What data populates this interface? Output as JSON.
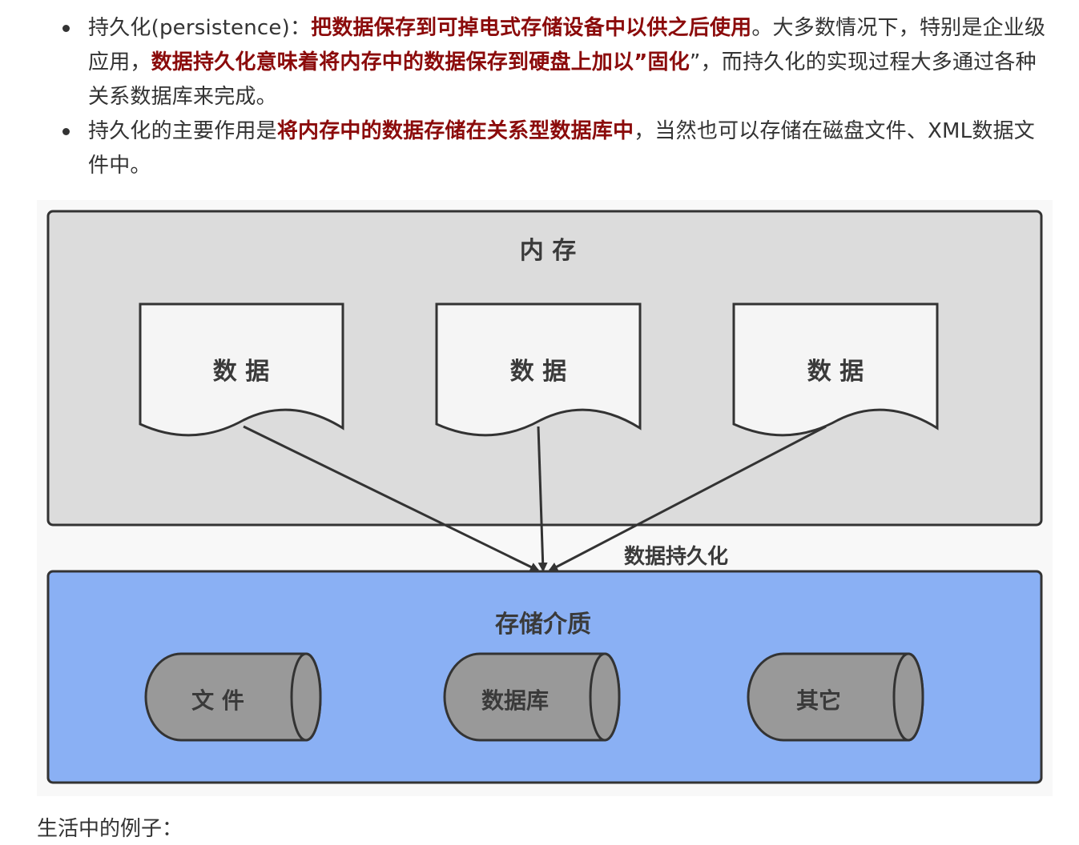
{
  "bullets": [
    {
      "t1": "持久化(persistence)：",
      "e1": "把数据保存到可掉电式存储设备中以供之后使用",
      "t2": "。大多数情况下，特别是企业级应用，",
      "e2": "数据持久化意味着将内存中的数据保存到硬盘上加以”固化",
      "t3": "”，而持久化的实现过程大多通过各种关系数据库来完成。"
    },
    {
      "t1": "持久化的主要作用是",
      "e1": "将内存中的数据存储在关系型数据库中",
      "t2": "，当然也可以存储在磁盘文件、XML数据文件中。"
    }
  ],
  "diagram": {
    "memory_title": "内 存",
    "data_docs": [
      "数 据",
      "数 据",
      "数 据"
    ],
    "arrow_label": "数据持久化",
    "storage_title": "存储介质",
    "cylinders": [
      "文 件",
      "数据库",
      "其它"
    ],
    "colors": {
      "memory_bg": "#dcdcdc",
      "storage_bg": "#8ab0f4",
      "doc_bg": "#f5f5f5",
      "cylinder_bg": "#999999",
      "stroke": "#333333"
    }
  },
  "footer": {
    "text": "生活中的例子："
  }
}
